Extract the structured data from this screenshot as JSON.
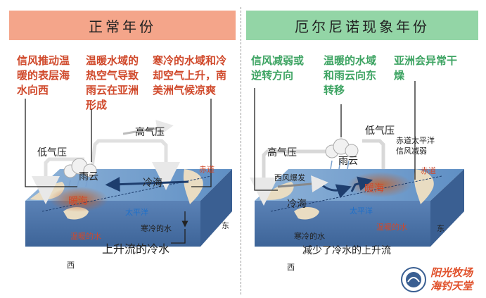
{
  "left": {
    "header": "正常年份",
    "notes": [
      "信风推动温\n暖的表层海\n水向西",
      "温暖水域的\n热空气导致\n雨云在亚洲\n形成",
      "寒冷的水域和冷\n却空气上升，南\n美洲气候凉爽"
    ],
    "labels": {
      "low_pressure": "低气压",
      "high_pressure": "高气压",
      "rain_cloud": "雨云",
      "cold_sea": "冷海",
      "warm_sea": "暖海",
      "equator": "赤道",
      "pacific": "太平洋",
      "warm_water": "温暖的水",
      "cold_water": "寒冷的水",
      "upwelling": "上升流的冷水",
      "west": "西",
      "east": "东"
    }
  },
  "right": {
    "header": "厄尔尼诺现象年份",
    "notes": [
      "信风减弱或\n逆转方向",
      "温暖的水域\n和雨云向东\n转移",
      "亚洲会异常干\n燥"
    ],
    "labels": {
      "low_pressure": "低气压",
      "high_pressure": "高气压",
      "rain_cloud": "雨云",
      "trade_wind_weaken": "赤道太平洋\n信风减弱",
      "westerly_burst": "西风爆发",
      "equator": "赤道",
      "warm_sea": "暖海",
      "cold_sea": "冷海",
      "pacific": "太平洋",
      "cold_water": "寒冷的水",
      "warm_water": "温暖的水",
      "reduced_upwelling": "减少了冷水的上升流",
      "west": "西",
      "east": "东"
    }
  },
  "logo": {
    "text": "阳光牧场\n海钓天堂"
  }
}
